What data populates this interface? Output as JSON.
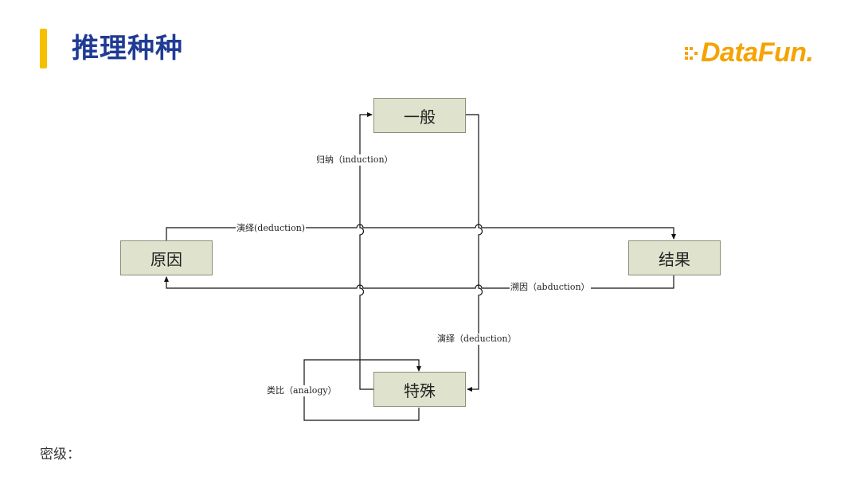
{
  "header": {
    "title": "推理种种",
    "logo_text": "DataFun."
  },
  "nodes": {
    "general": "一般",
    "cause": "原因",
    "result": "结果",
    "special": "特殊"
  },
  "edges": {
    "induction": "归纳（induction）",
    "deduction_top": "演绎(deduction)",
    "abduction": "溯因（abduction）",
    "deduction_right": "演绎（deduction）",
    "analogy": "类比（analogy）"
  },
  "footer": {
    "classification": "密级："
  },
  "colors": {
    "title": "#1f3b94",
    "accent": "#f5c000",
    "logo": "#f5a300",
    "node_fill": "#dfe3cd"
  },
  "icons": [
    "title-accent-bar",
    "datafun-logo-dots"
  ]
}
